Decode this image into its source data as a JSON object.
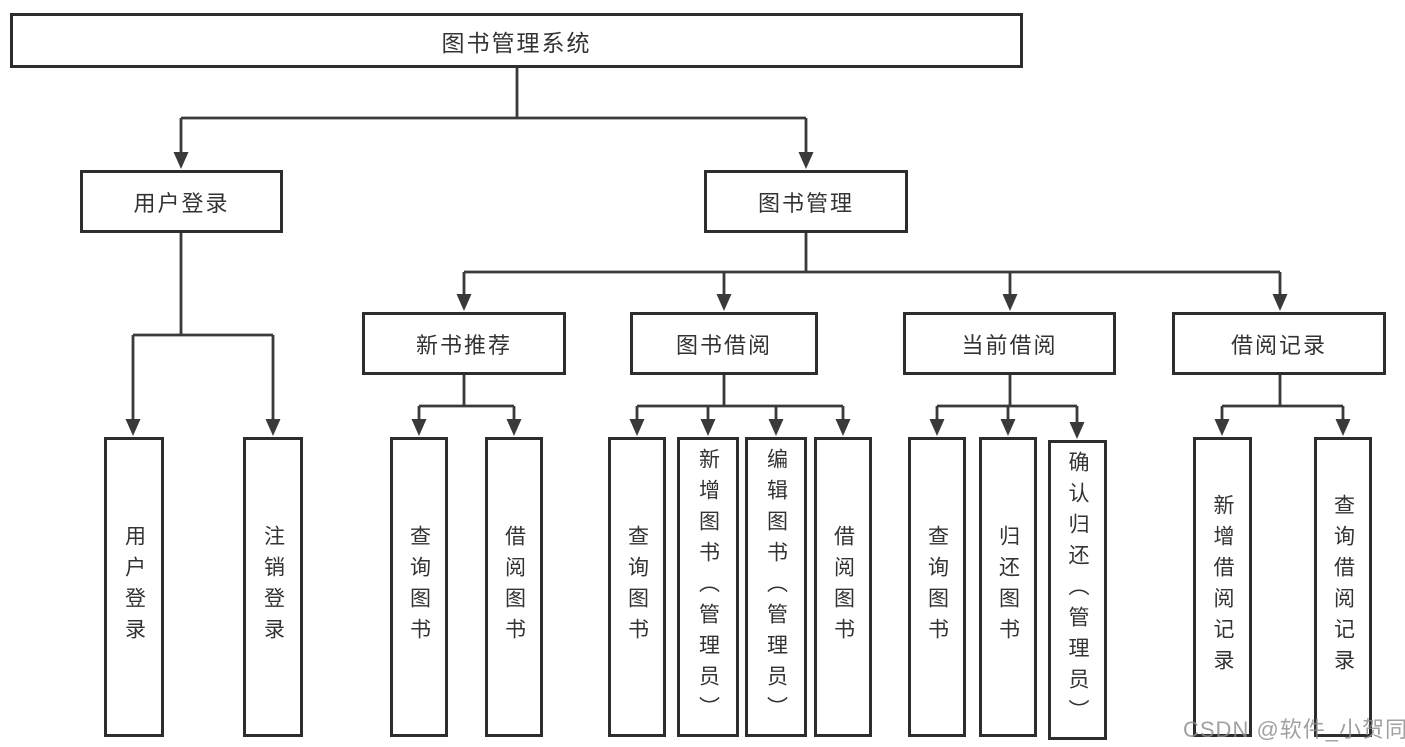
{
  "diagram_title": "图书管理系统",
  "nodes": [
    {
      "id": "root",
      "label": "图书管理系统",
      "level": 1
    },
    {
      "id": "user-login",
      "label": "用户登录",
      "level": 2,
      "parent": "root"
    },
    {
      "id": "book-management",
      "label": "图书管理",
      "level": 2,
      "parent": "root"
    },
    {
      "id": "new-book-recommend",
      "label": "新书推荐",
      "level": 3,
      "parent": "book-management"
    },
    {
      "id": "book-borrowing",
      "label": "图书借阅",
      "level": 3,
      "parent": "book-management"
    },
    {
      "id": "current-borrowing",
      "label": "当前借阅",
      "level": 3,
      "parent": "book-management"
    },
    {
      "id": "borrowing-records",
      "label": "借阅记录",
      "level": 3,
      "parent": "book-management"
    },
    {
      "id": "leaf-user-login",
      "label": "用户登录",
      "level": 4,
      "parent": "user-login"
    },
    {
      "id": "leaf-logout",
      "label": "注销登录",
      "level": 4,
      "parent": "user-login"
    },
    {
      "id": "leaf-query-books-1",
      "label": "查询图书",
      "level": 4,
      "parent": "new-book-recommend"
    },
    {
      "id": "leaf-borrow-books-1",
      "label": "借阅图书",
      "level": 4,
      "parent": "new-book-recommend"
    },
    {
      "id": "leaf-query-books-2",
      "label": "查询图书",
      "level": 4,
      "parent": "book-borrowing"
    },
    {
      "id": "leaf-add-books-admin",
      "label": "新增图书（管理员）",
      "level": 4,
      "parent": "book-borrowing"
    },
    {
      "id": "leaf-edit-books-admin",
      "label": "编辑图书（管理员）",
      "level": 4,
      "parent": "book-borrowing"
    },
    {
      "id": "leaf-borrow-books-2",
      "label": "借阅图书",
      "level": 4,
      "parent": "book-borrowing"
    },
    {
      "id": "leaf-query-books-3",
      "label": "查询图书",
      "level": 4,
      "parent": "current-borrowing"
    },
    {
      "id": "leaf-return-books",
      "label": "归还图书",
      "level": 4,
      "parent": "current-borrowing"
    },
    {
      "id": "leaf-confirm-return-admin",
      "label": "确认归还（管理员）",
      "level": 4,
      "parent": "current-borrowing"
    },
    {
      "id": "leaf-add-borrow-record",
      "label": "新增借阅记录",
      "level": 4,
      "parent": "borrowing-records"
    },
    {
      "id": "leaf-query-borrow-record",
      "label": "查询借阅记录",
      "level": 4,
      "parent": "borrowing-records"
    }
  ],
  "watermark": {
    "text": "CSDN @软件_小贺同学"
  },
  "colors": {
    "background": "#ffffff",
    "box_border": "#2d2d2d",
    "line": "#3a3a3a",
    "text": "#333333",
    "watermark": "#8d8d8d"
  }
}
